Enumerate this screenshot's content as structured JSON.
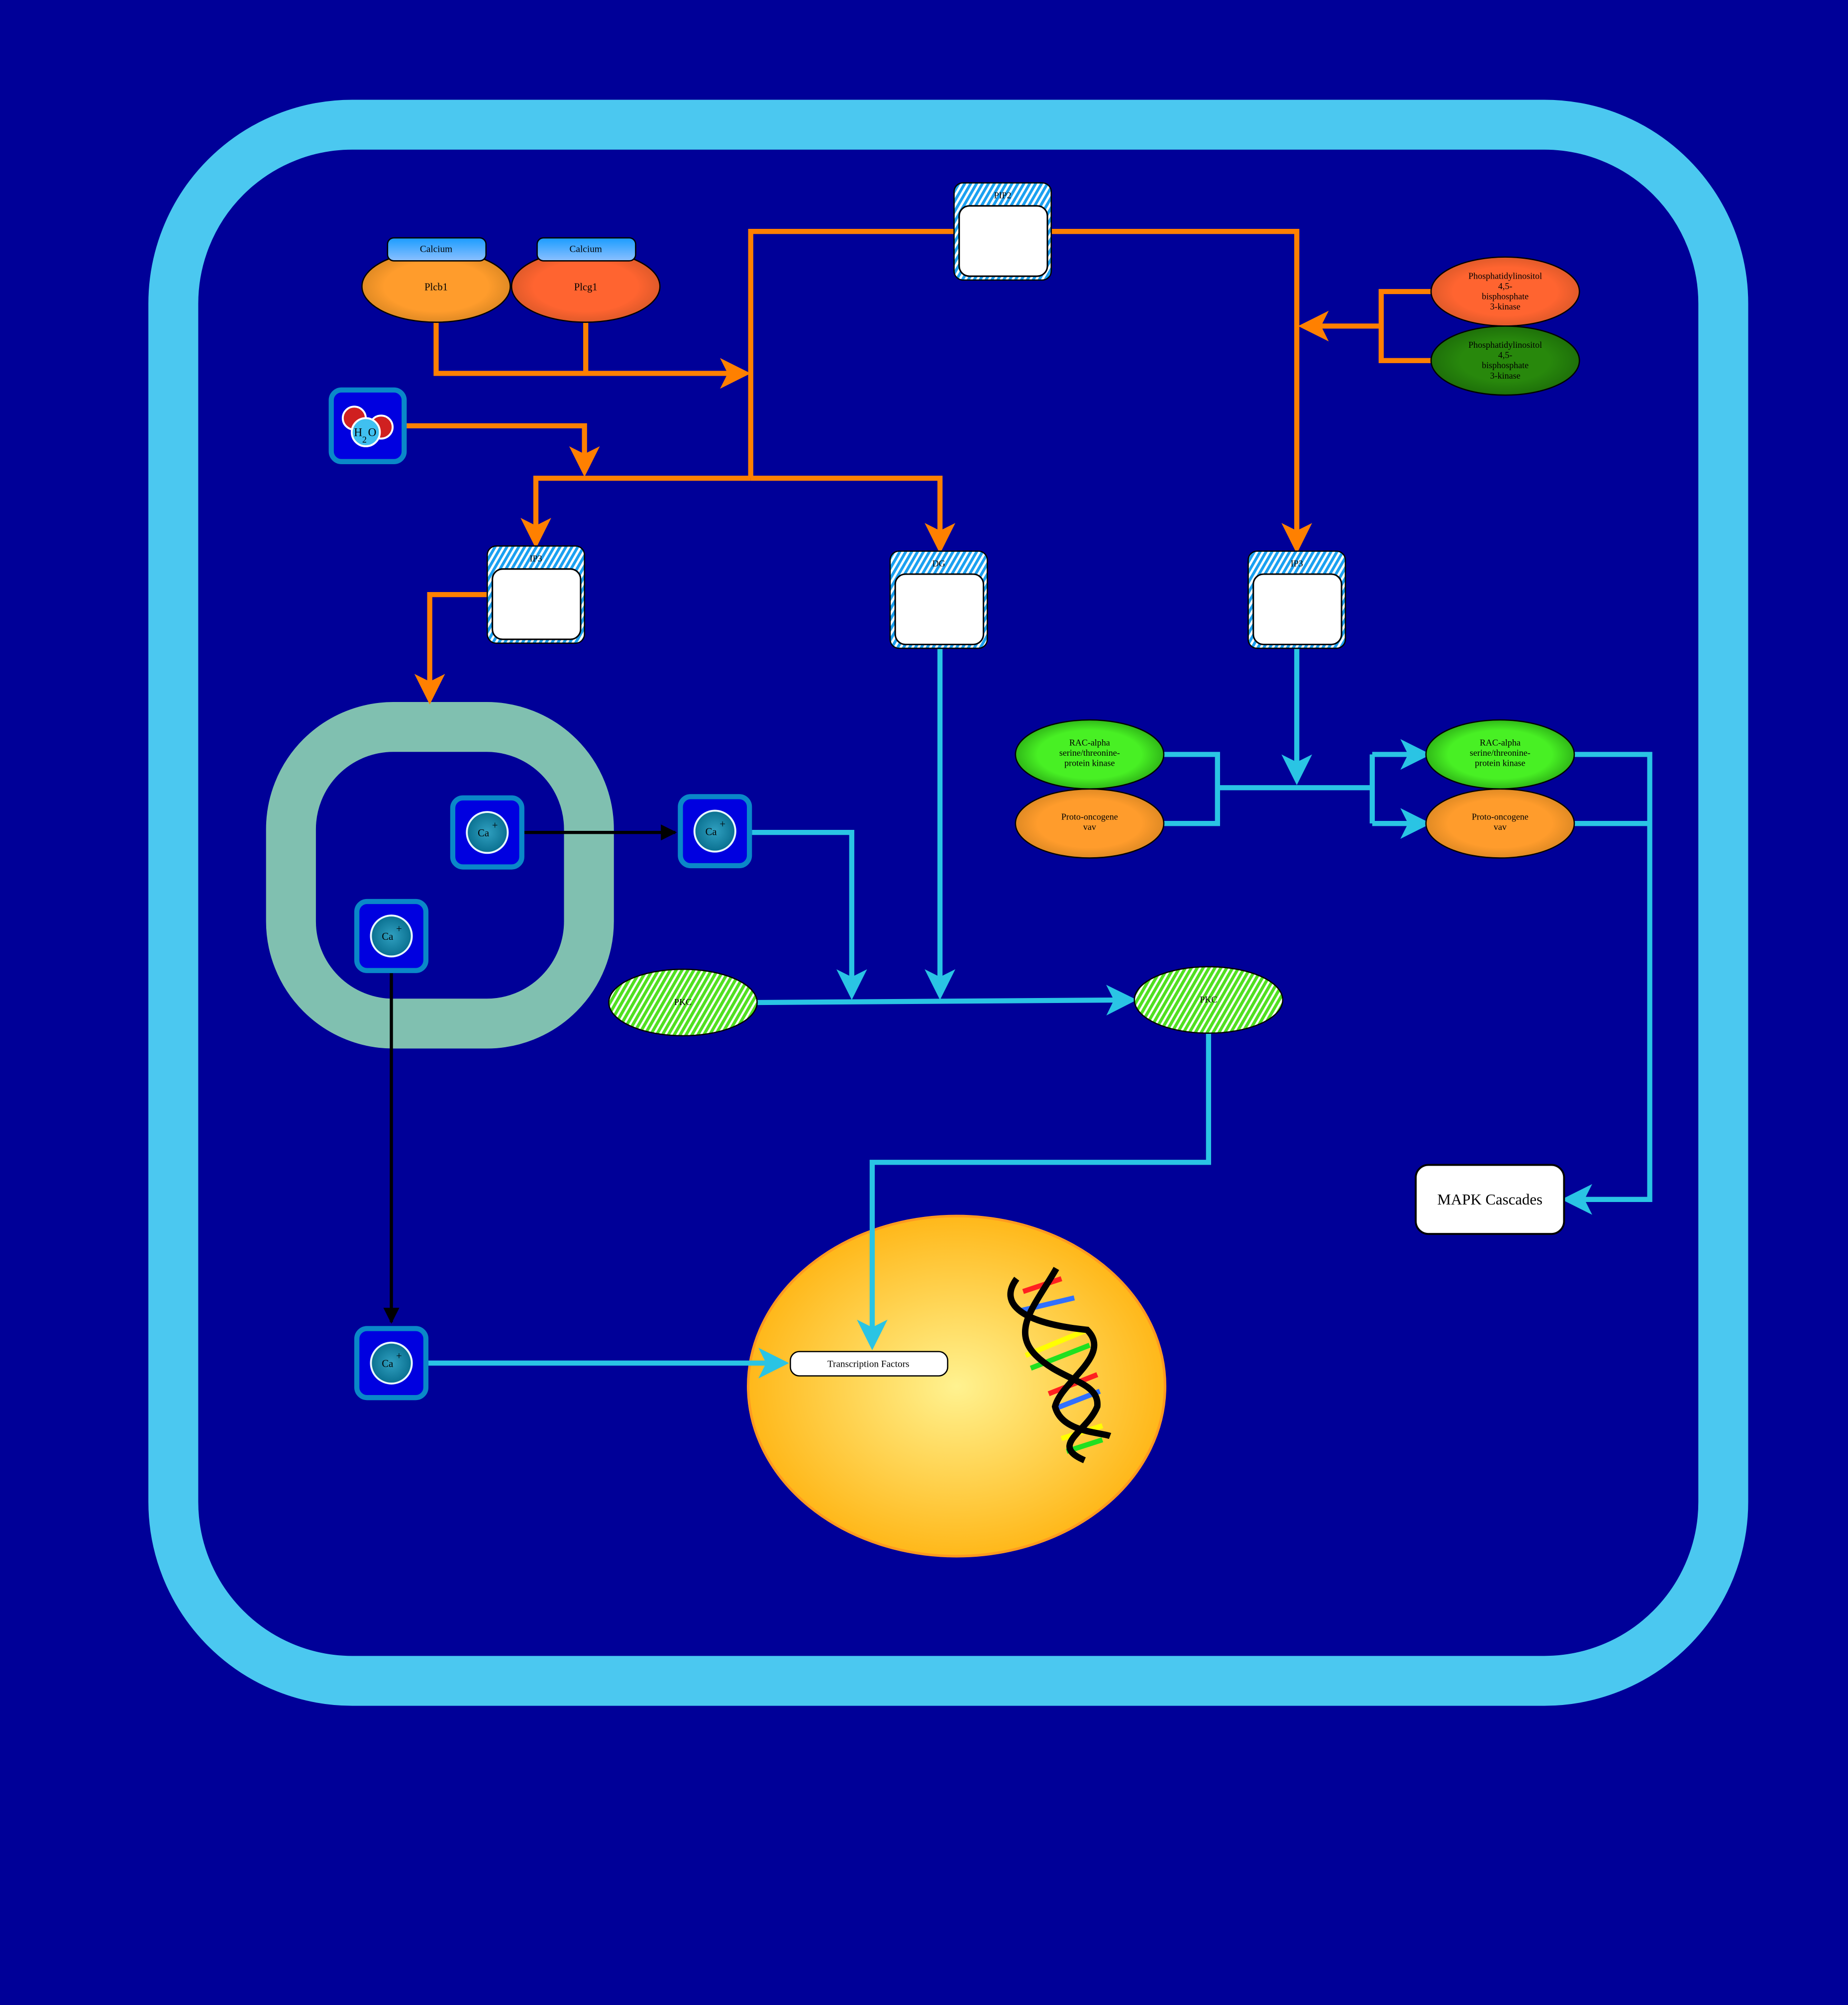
{
  "calcium_tags": [
    "Calcium",
    "Calcium"
  ],
  "enzymes": {
    "plcb1": "Plcb1",
    "plcg1": "Plcg1"
  },
  "water": {
    "h": "H",
    "sub": "2",
    "o": "O"
  },
  "metabolites": {
    "pip2": "PIP2",
    "ip3_left": "IP3",
    "dg": "DG",
    "ip3_right": "IP3"
  },
  "kinase_lines": [
    "Phosphatidylinositol",
    "4,5-",
    "bisphosphate",
    "3-kinase"
  ],
  "rac_lines": [
    "RAC-alpha",
    "serine/threonine-",
    "protein kinase"
  ],
  "vav_lines": [
    "Proto-oncogene",
    "vav"
  ],
  "calcium_ion": {
    "symbol": "Ca",
    "charge": "+"
  },
  "pkc": "PKC",
  "transcription_factors": "Transcription Factors",
  "mapk": "MAPK Cascades",
  "colors": {
    "background": "#000098",
    "membrane": "#4bc8f0",
    "er": "#80c0b0",
    "orange_arrow": "#ff8000",
    "cyan_arrow": "#2ac4e4"
  }
}
